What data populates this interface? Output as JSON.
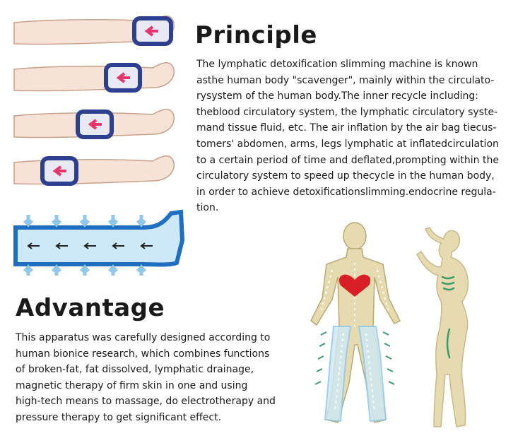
{
  "principle": {
    "title": "Principle",
    "body": "The lymphatic detoxification slimming machine is known\nasthe human body \"scavenger\", mainly within the circulato-\nrysystem of the human body.The inner recycle including:\ntheblood circulatory system, the lymphatic circulatory syste-\nmand tissue fluid, etc. The air inflation by the air bag tiecus-\ntomers' abdomen, arms, legs lymphatic at inflatedcirculation\nto a certain period of time and deflated,prompting within the\ncirculatory system to speed up thecycle in the human body,\nin order to achieve detoxificationslimming.endocrine regula-\ntion."
  },
  "advantage": {
    "title": "Advantage",
    "body": "This apparatus was carefully designed according to\nhuman bionice research, which combines functions\nof broken-fat, fat dissolved, lymphatic drainage,\nmagnetic therapy of firm skin in one and using\nhigh-tech means to massage, do electrotherapy and\npressure therapy to get significant effect."
  },
  "colors": {
    "skin": "#f6e2d6",
    "cuff": "#2d3f8f",
    "arrow_pink": "#e8336b",
    "flow_blue": "#1e6fc2",
    "light_blue": "#8fc8ea",
    "body_gold": "#e6dbb0",
    "heart_red": "#d81f26",
    "green": "#3a9a6a"
  },
  "icons": {
    "leg_cuffs": "leg-compression-illustration",
    "flow": "lymph-flow-illustration",
    "front_body": "human-body-circulation-illustration",
    "side_body": "female-silhouette-illustration"
  }
}
